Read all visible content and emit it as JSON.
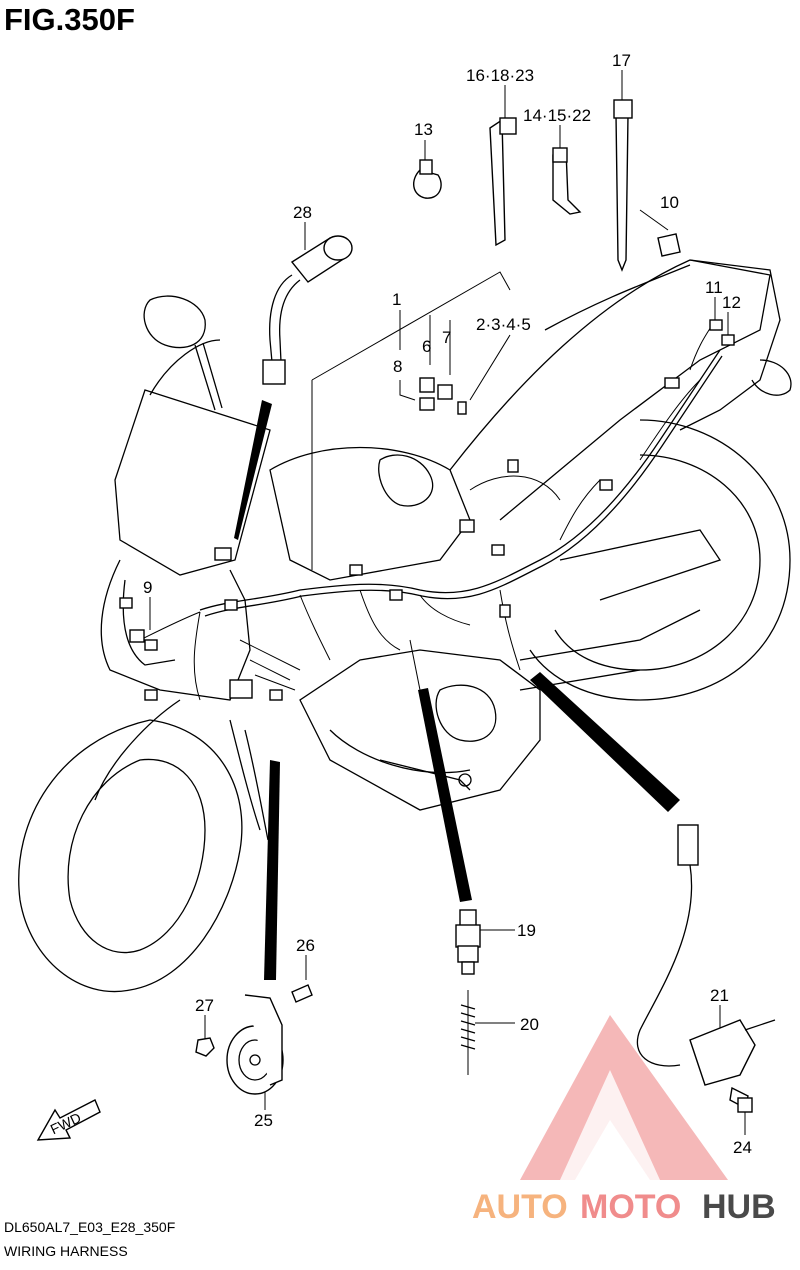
{
  "figure": {
    "title": "FIG.350F"
  },
  "footer": {
    "model_code": "DL650AL7_E03_E28_350F",
    "section_name": "WIRING HARNESS"
  },
  "fwd_label": "FWD",
  "watermark": {
    "part1": "AUTO",
    "part2": "MOTO",
    "part3": "HUB",
    "accent": "#f08c8c"
  },
  "callouts": [
    {
      "id": "c1",
      "text": "1"
    },
    {
      "id": "c2",
      "text": "2·3·4·5"
    },
    {
      "id": "c6",
      "text": "6"
    },
    {
      "id": "c7",
      "text": "7"
    },
    {
      "id": "c8",
      "text": "8"
    },
    {
      "id": "c9",
      "text": "9"
    },
    {
      "id": "c10",
      "text": "10"
    },
    {
      "id": "c11",
      "text": "11"
    },
    {
      "id": "c12",
      "text": "12"
    },
    {
      "id": "c13",
      "text": "13"
    },
    {
      "id": "c14",
      "text": "14·15·22"
    },
    {
      "id": "c16",
      "text": "16·18·23"
    },
    {
      "id": "c17",
      "text": "17"
    },
    {
      "id": "c19",
      "text": "19"
    },
    {
      "id": "c20",
      "text": "20"
    },
    {
      "id": "c21",
      "text": "21"
    },
    {
      "id": "c24",
      "text": "24"
    },
    {
      "id": "c25",
      "text": "25"
    },
    {
      "id": "c26",
      "text": "26"
    },
    {
      "id": "c27",
      "text": "27"
    },
    {
      "id": "c28",
      "text": "28"
    }
  ]
}
